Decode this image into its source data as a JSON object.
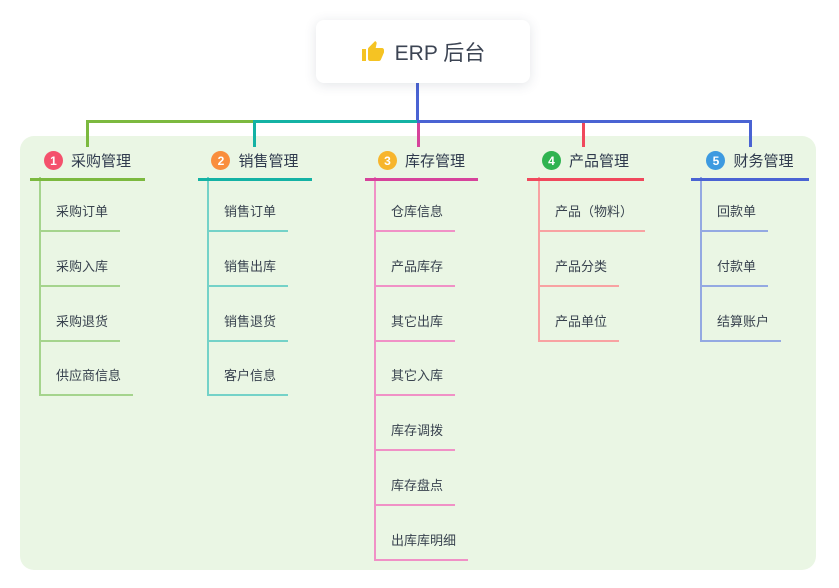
{
  "root": {
    "label": "ERP 后台",
    "icon": "thumbs-up-icon"
  },
  "colors": {
    "canvas_bg": "#ffffff",
    "panel_bg": "#eaf6e4",
    "root_stem": "#4a63d3",
    "header_text": "#2f3a4d",
    "item_text": "#39434f"
  },
  "branches": [
    {
      "num": "1",
      "title": "采购管理",
      "badge_color": "#f4516c",
      "line_color": "#7cb93f",
      "sub_line_color": "#a5d48d",
      "items": [
        "采购订单",
        "采购入库",
        "采购退货",
        "供应商信息"
      ]
    },
    {
      "num": "2",
      "title": "销售管理",
      "badge_color": "#f98e3d",
      "line_color": "#14b2a4",
      "sub_line_color": "#74d2c8",
      "items": [
        "销售订单",
        "销售出库",
        "销售退货",
        "客户信息"
      ]
    },
    {
      "num": "3",
      "title": "库存管理",
      "badge_color": "#d6439b",
      "line_color": "#d6439b",
      "badge_fill": "#f7b52c",
      "sub_line_color": "#f091c6",
      "items": [
        "仓库信息",
        "产品库存",
        "其它出库",
        "其它入库",
        "库存调拨",
        "库存盘点",
        "出库库明细"
      ]
    },
    {
      "num": "4",
      "title": "产品管理",
      "badge_color": "#2fb350",
      "line_color": "#f0485c",
      "sub_line_color": "#f8a2a2",
      "items": [
        "产品（物料）",
        "产品分类",
        "产品单位"
      ]
    },
    {
      "num": "5",
      "title": "财务管理",
      "badge_color": "#3d9ae0",
      "line_color": "#4a63d3",
      "sub_line_color": "#94a9e2",
      "items": [
        "回款单",
        "付款单",
        "结算账户"
      ]
    }
  ]
}
